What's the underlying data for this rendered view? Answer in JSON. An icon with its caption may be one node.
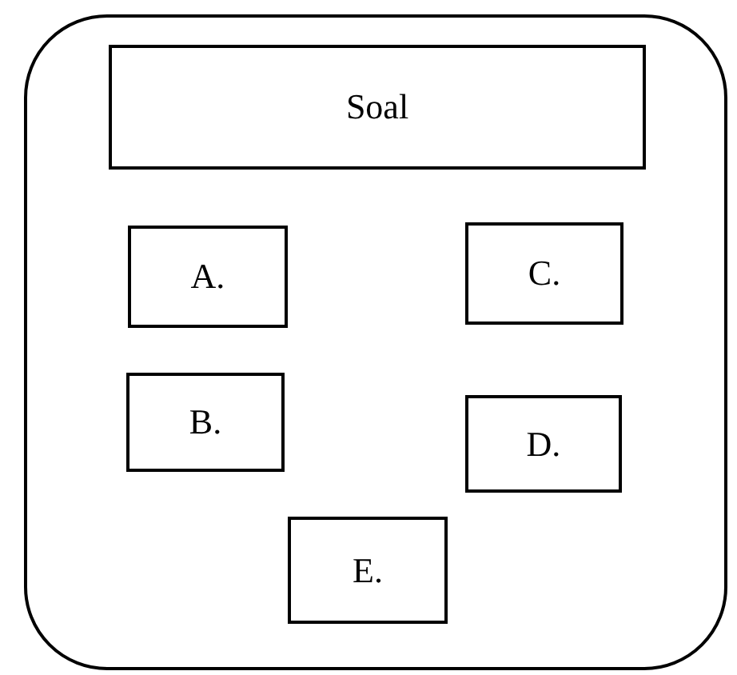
{
  "diagram": {
    "nodes": [
      {
        "text": [],
        "shape": "box"
      },
      {
        "text": [
          "Soal"
        ],
        "in": 0
      },
      {
        "text": [
          "A."
        ],
        "in": 0
      },
      {
        "text": [
          "C."
        ],
        "in": 0
      },
      {
        "text": [
          "B."
        ],
        "in": 0
      },
      {
        "text": [
          "D."
        ],
        "in": 0
      },
      {
        "text": [
          "E."
        ],
        "in": 0
      }
    ]
  }
}
